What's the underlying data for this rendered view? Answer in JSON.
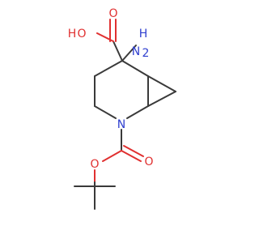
{
  "molecule": {
    "atoms": {
      "oxygen_hydroxyl": "O",
      "hydrogen_hydroxyl": "H",
      "oxygen_carbonyl_acid": "O",
      "amino_nitrogen": "N",
      "amino_hydrogen": "H",
      "amino_hydrogen_count": "2",
      "ring_nitrogen": "N",
      "oxygen_carbonyl_boc": "O",
      "oxygen_ester_boc": "O"
    },
    "colors": {
      "bond": "#3a3a3a",
      "oxygen": "#e03030",
      "nitrogen": "#2f3fcf"
    }
  }
}
